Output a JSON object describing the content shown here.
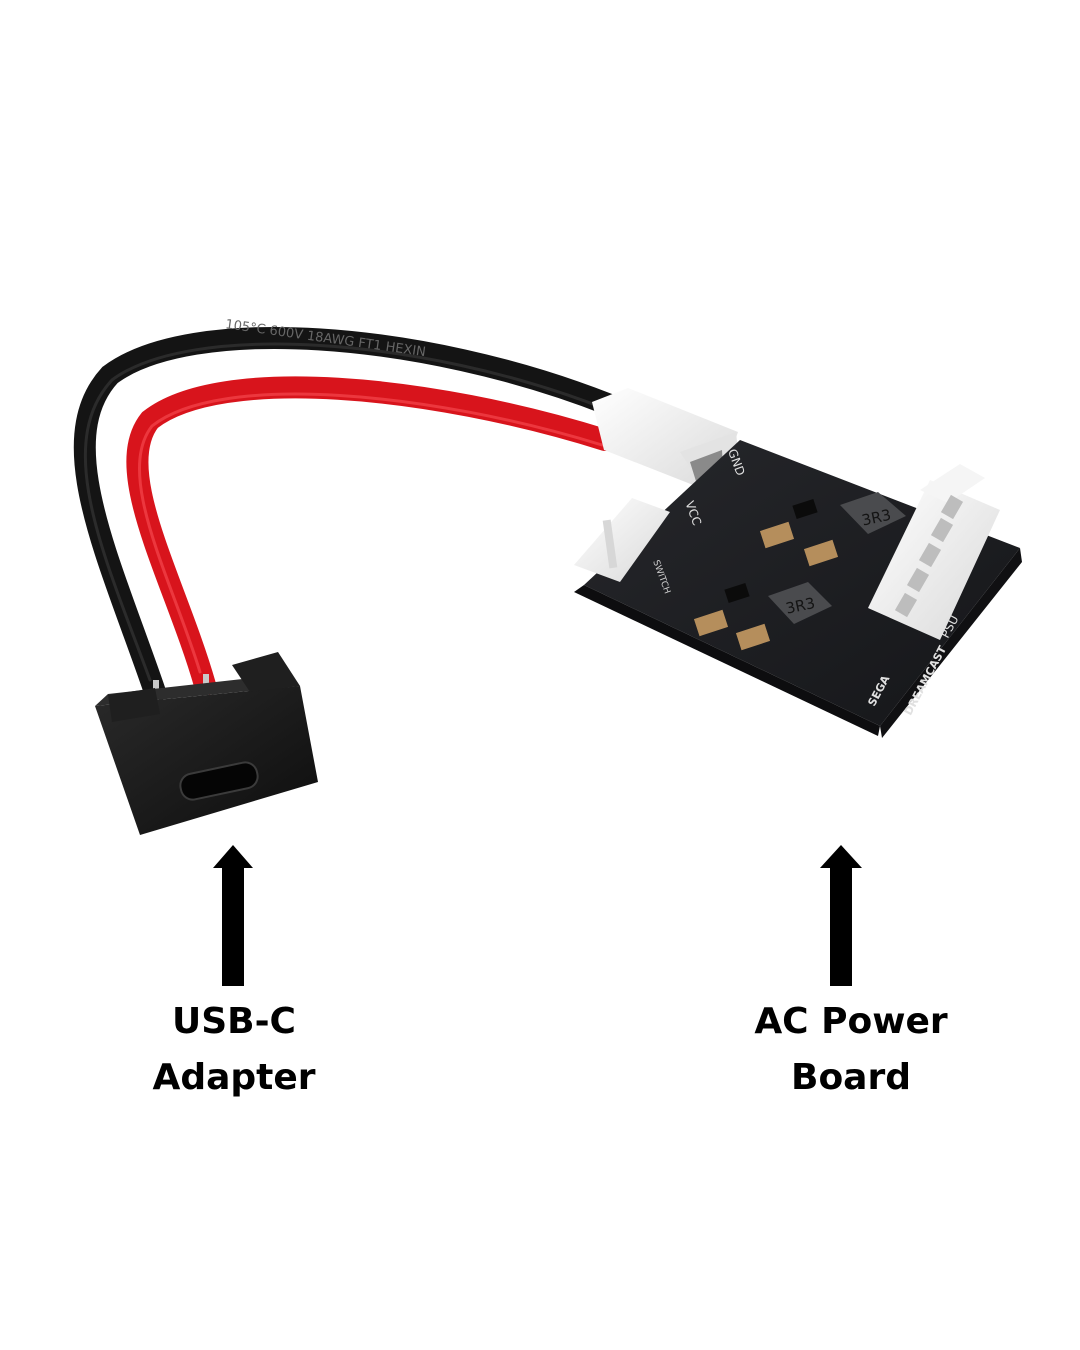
{
  "labels": {
    "usb_c_adapter": {
      "line1": "USB-C",
      "line2": "Adapter"
    },
    "ac_power_board": {
      "line1": "AC Power",
      "line2": "Board"
    }
  },
  "board_markings": {
    "vcc": "VCC",
    "gnd": "GND",
    "switch": "SWITCH",
    "psu": "PSU",
    "brand": "SEGA",
    "model": "DREAMCAST",
    "inductor": "3R3"
  },
  "cable_print": "105°C 600V 18AWG FT1 HEXIN",
  "colors": {
    "background": "#ffffff",
    "text": "#000000",
    "pcb": "#1c1d20",
    "wire_red": "#d8141c",
    "wire_black": "#141414",
    "connector_white": "#f1f1f1",
    "adapter_housing": "#141414"
  }
}
